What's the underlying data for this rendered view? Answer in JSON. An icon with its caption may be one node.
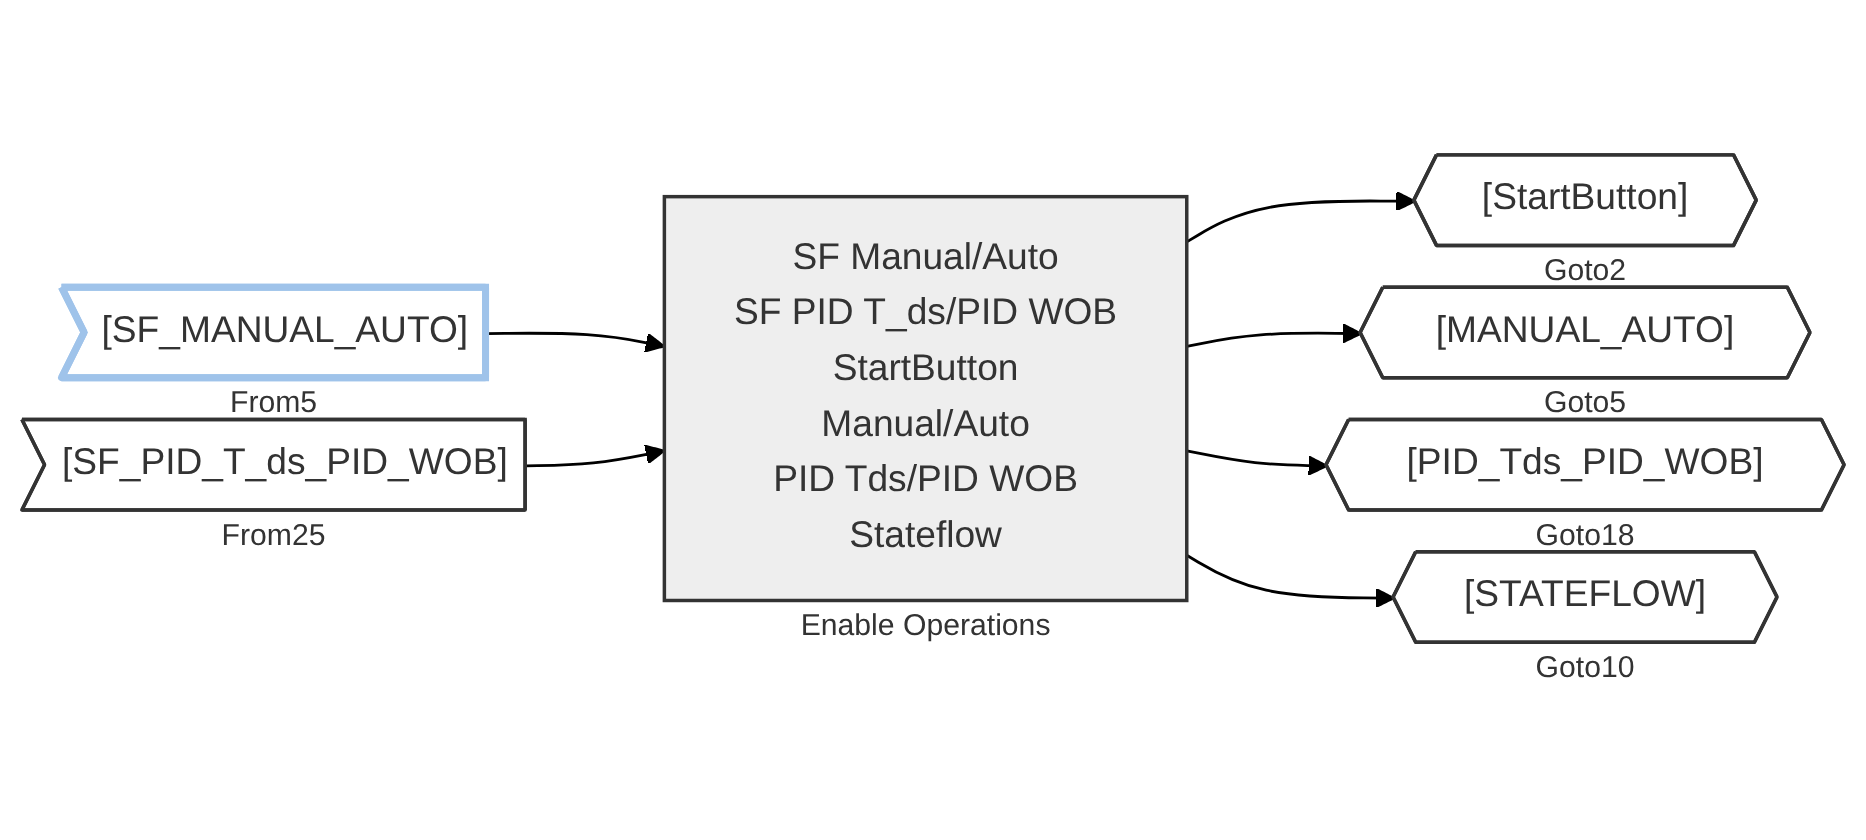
{
  "diagram": {
    "nodes": [
      {
        "text": [
          "[SF_MANUAL_AUTO]"
        ],
        "beside": [
          "From5"
        ]
      },
      {
        "text": [
          "[SF_PID_T_ds_PID_WOB]"
        ],
        "beside": [
          "From25"
        ]
      },
      {
        "text": [
          "SF Manual/Auto",
          "SF PID T_ds/PID WOB",
          "StartButton",
          "Manual/Auto",
          "PID Tds/PID WOB",
          "Stateflow"
        ],
        "beside": [
          "Enable Operations"
        ]
      },
      {
        "text": [
          "[StartButton]"
        ],
        "beside": [
          "Goto2"
        ]
      },
      {
        "text": [
          "[MANUAL_AUTO]"
        ],
        "beside": [
          "Goto5"
        ]
      },
      {
        "text": [
          "[PID_Tds_PID_WOB]"
        ],
        "beside": [
          "Goto18"
        ]
      },
      {
        "text": [
          "[STATEFLOW]"
        ],
        "beside": [
          "Goto10"
        ]
      }
    ],
    "edges": [
      {
        "from": 0,
        "to": 2,
        "arrow": "to"
      },
      {
        "from": 1,
        "to": 2,
        "arrow": "to"
      },
      {
        "from": 2,
        "to": 3,
        "arrow": "to"
      },
      {
        "from": 2,
        "to": 4,
        "arrow": "to"
      },
      {
        "from": 2,
        "to": 5,
        "arrow": "to"
      },
      {
        "from": 2,
        "to": 6,
        "arrow": "to"
      }
    ]
  }
}
